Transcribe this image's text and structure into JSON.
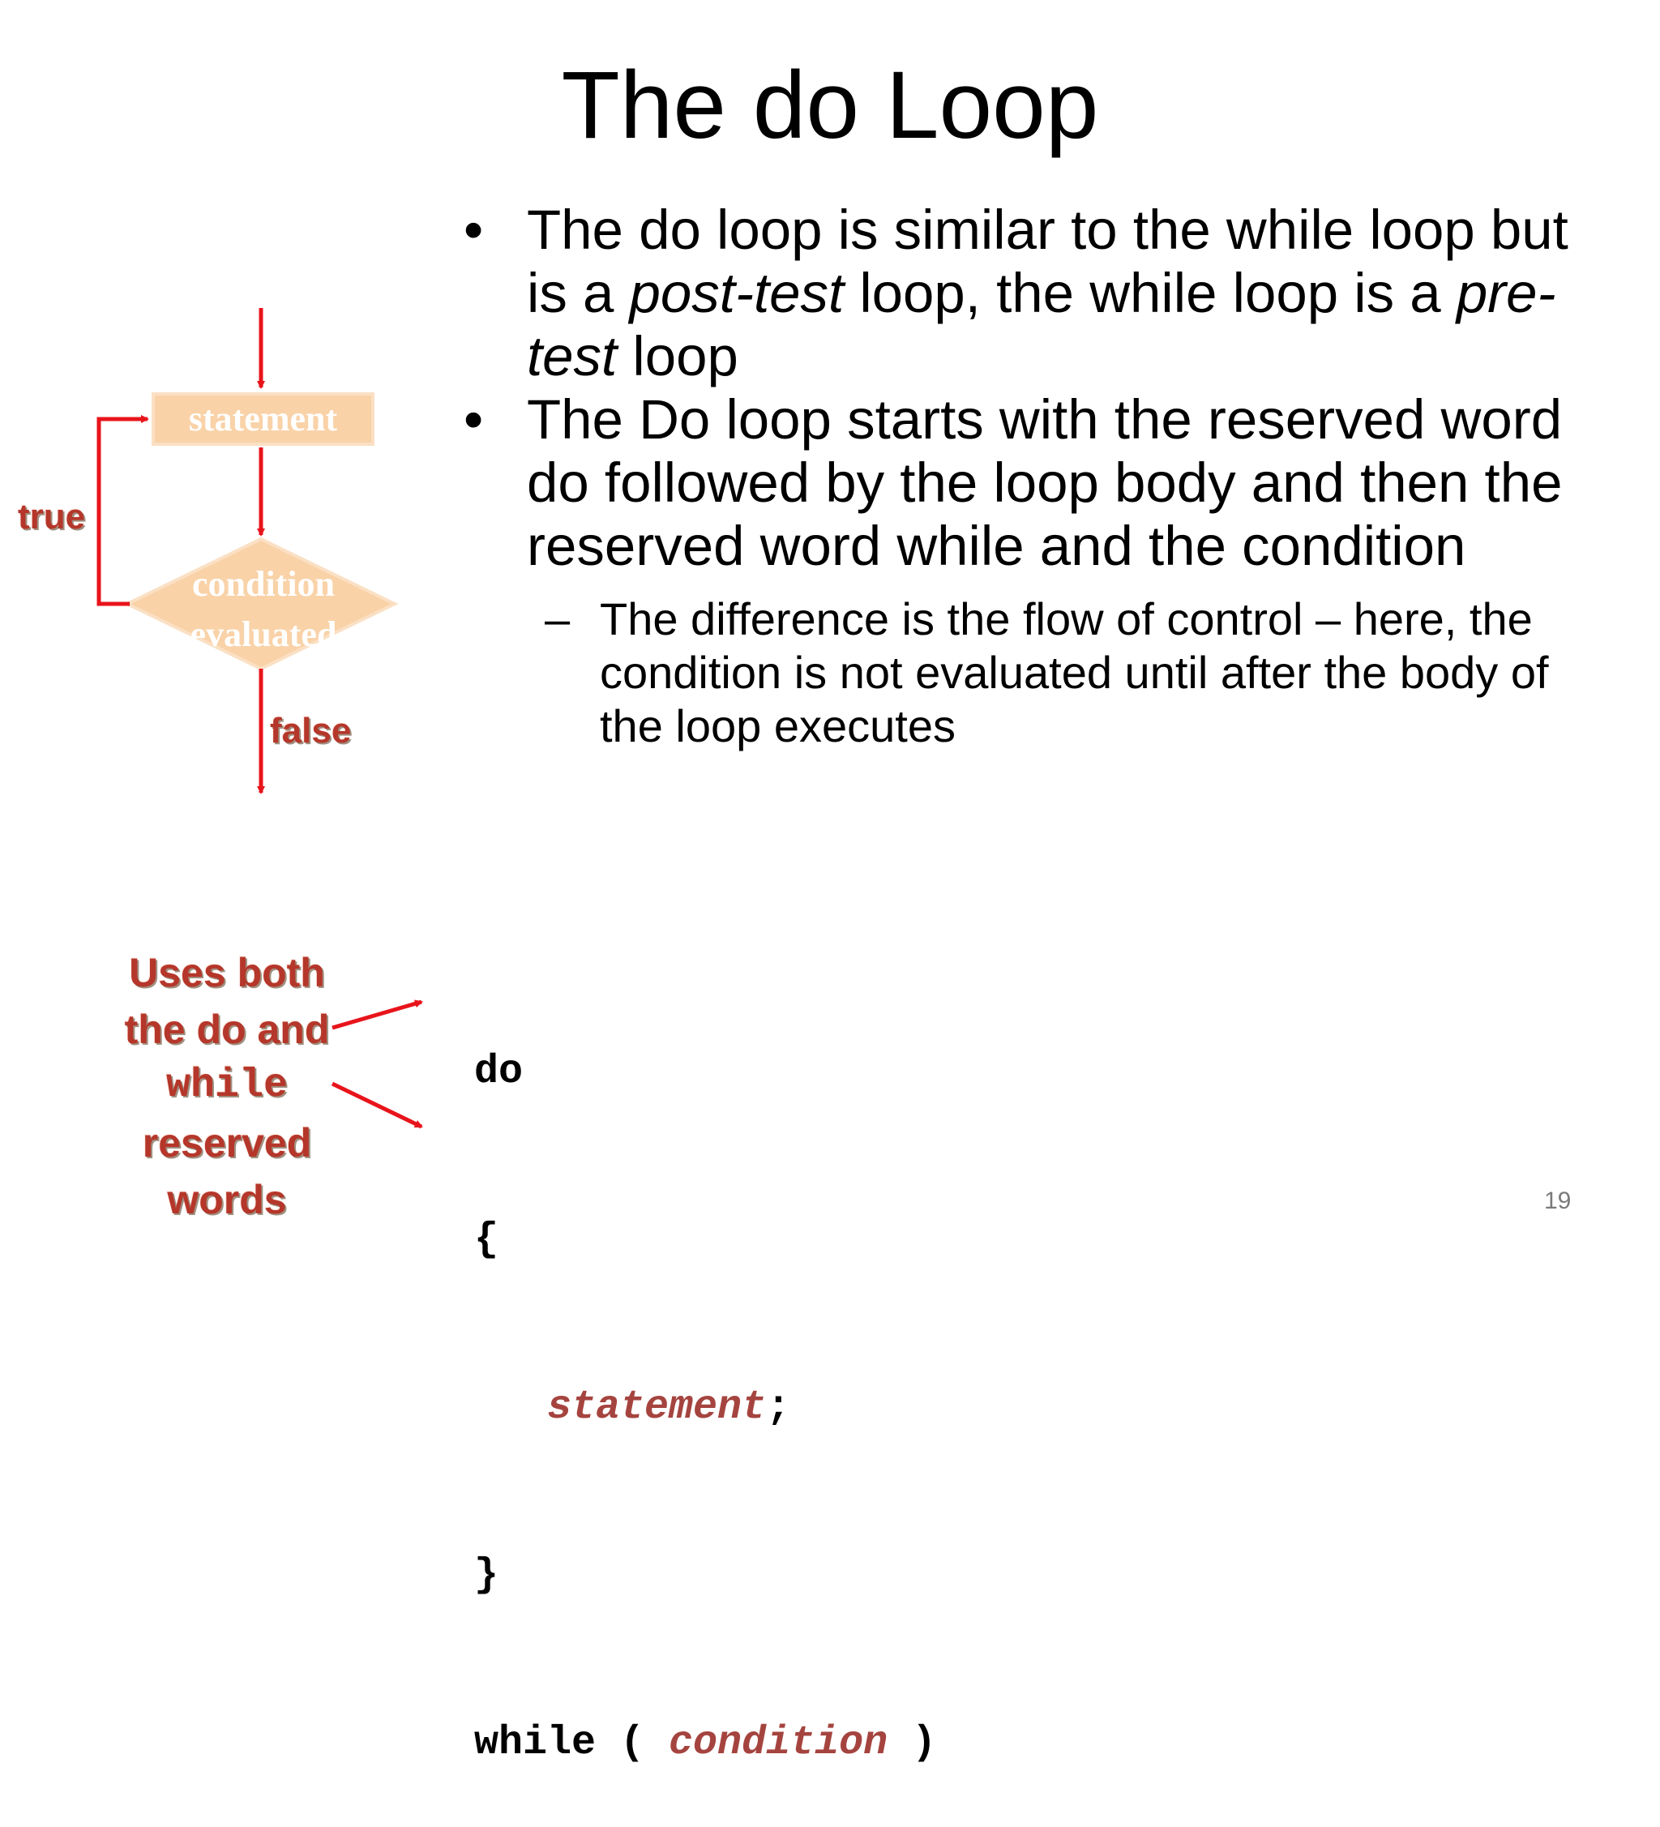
{
  "slide": {
    "title": "The do Loop",
    "page_number": "19"
  },
  "bullets": [
    {
      "segments": [
        {
          "text": "The do loop is similar to the while loop but is a ",
          "italic": false
        },
        {
          "text": "post-test",
          "italic": true
        },
        {
          "text": " loop, the while loop is a ",
          "italic": false
        },
        {
          "text": "pre-test",
          "italic": true
        },
        {
          "text": " loop",
          "italic": false
        }
      ]
    },
    {
      "segments": [
        {
          "text": "The Do loop starts with the reserved word do followed by the loop body and then the reserved word while and the condition",
          "italic": false
        }
      ],
      "sub": "The difference is the flow of control – here, the condition is not evaluated until after the body of the loop executes"
    }
  ],
  "bullet_marker": "•",
  "sub_marker": "–",
  "flowchart": {
    "statement_label": "statement",
    "condition_label_line1": "condition",
    "condition_label_line2": "evaluated",
    "true_label": "true",
    "false_label": "false",
    "arrow_color": "#e8141b",
    "shape_fill": "#f9d2a8"
  },
  "note": {
    "line1": "Uses both",
    "line2": "the do and",
    "line3": "while",
    "line4": "reserved",
    "line5": "words",
    "color": "#b5362a"
  },
  "code": {
    "line1": "do",
    "line2": "{",
    "line3_placeholder": "statement",
    "line3_suffix": ";",
    "line4": "}",
    "line5_keyword": "while",
    "line5_open": " ( ",
    "line5_placeholder": "condition",
    "line5_close": " )"
  }
}
